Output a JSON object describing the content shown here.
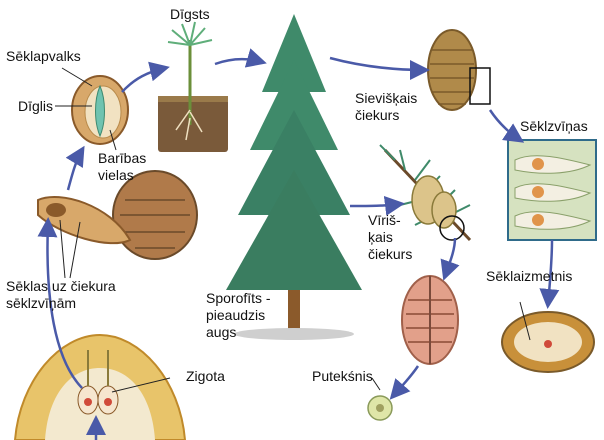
{
  "labels": {
    "seed_coat": "Sēklapvalks",
    "embryo": "Dīglis",
    "nutrients": "Barības\nvielas",
    "seedling": "Dīgsts",
    "female_cone": "Sievišķais\nčiekurs",
    "ovules": "Sēklzvīņas",
    "male_cone": "Vīriš-\nķais\nčiekurs",
    "seeds_on_scales": "Sēklas uz čiekura\nsēklzvīņām",
    "sporophyte": "Sporofīts -\npieaudzis\naugs",
    "ovule": "Sēklaizmetnis",
    "zygote": "Zigota",
    "pollen": "Putekśnis"
  },
  "colors": {
    "arrow": "#4a5aa8",
    "tree": "#3f8a6a",
    "trunk": "#8b5a2b",
    "cone": "#b08a4a",
    "soil": "#7a5a3a",
    "seed": "#d8a86a",
    "panel": "#d6e2c0",
    "pollen": "#dfe6a8"
  }
}
